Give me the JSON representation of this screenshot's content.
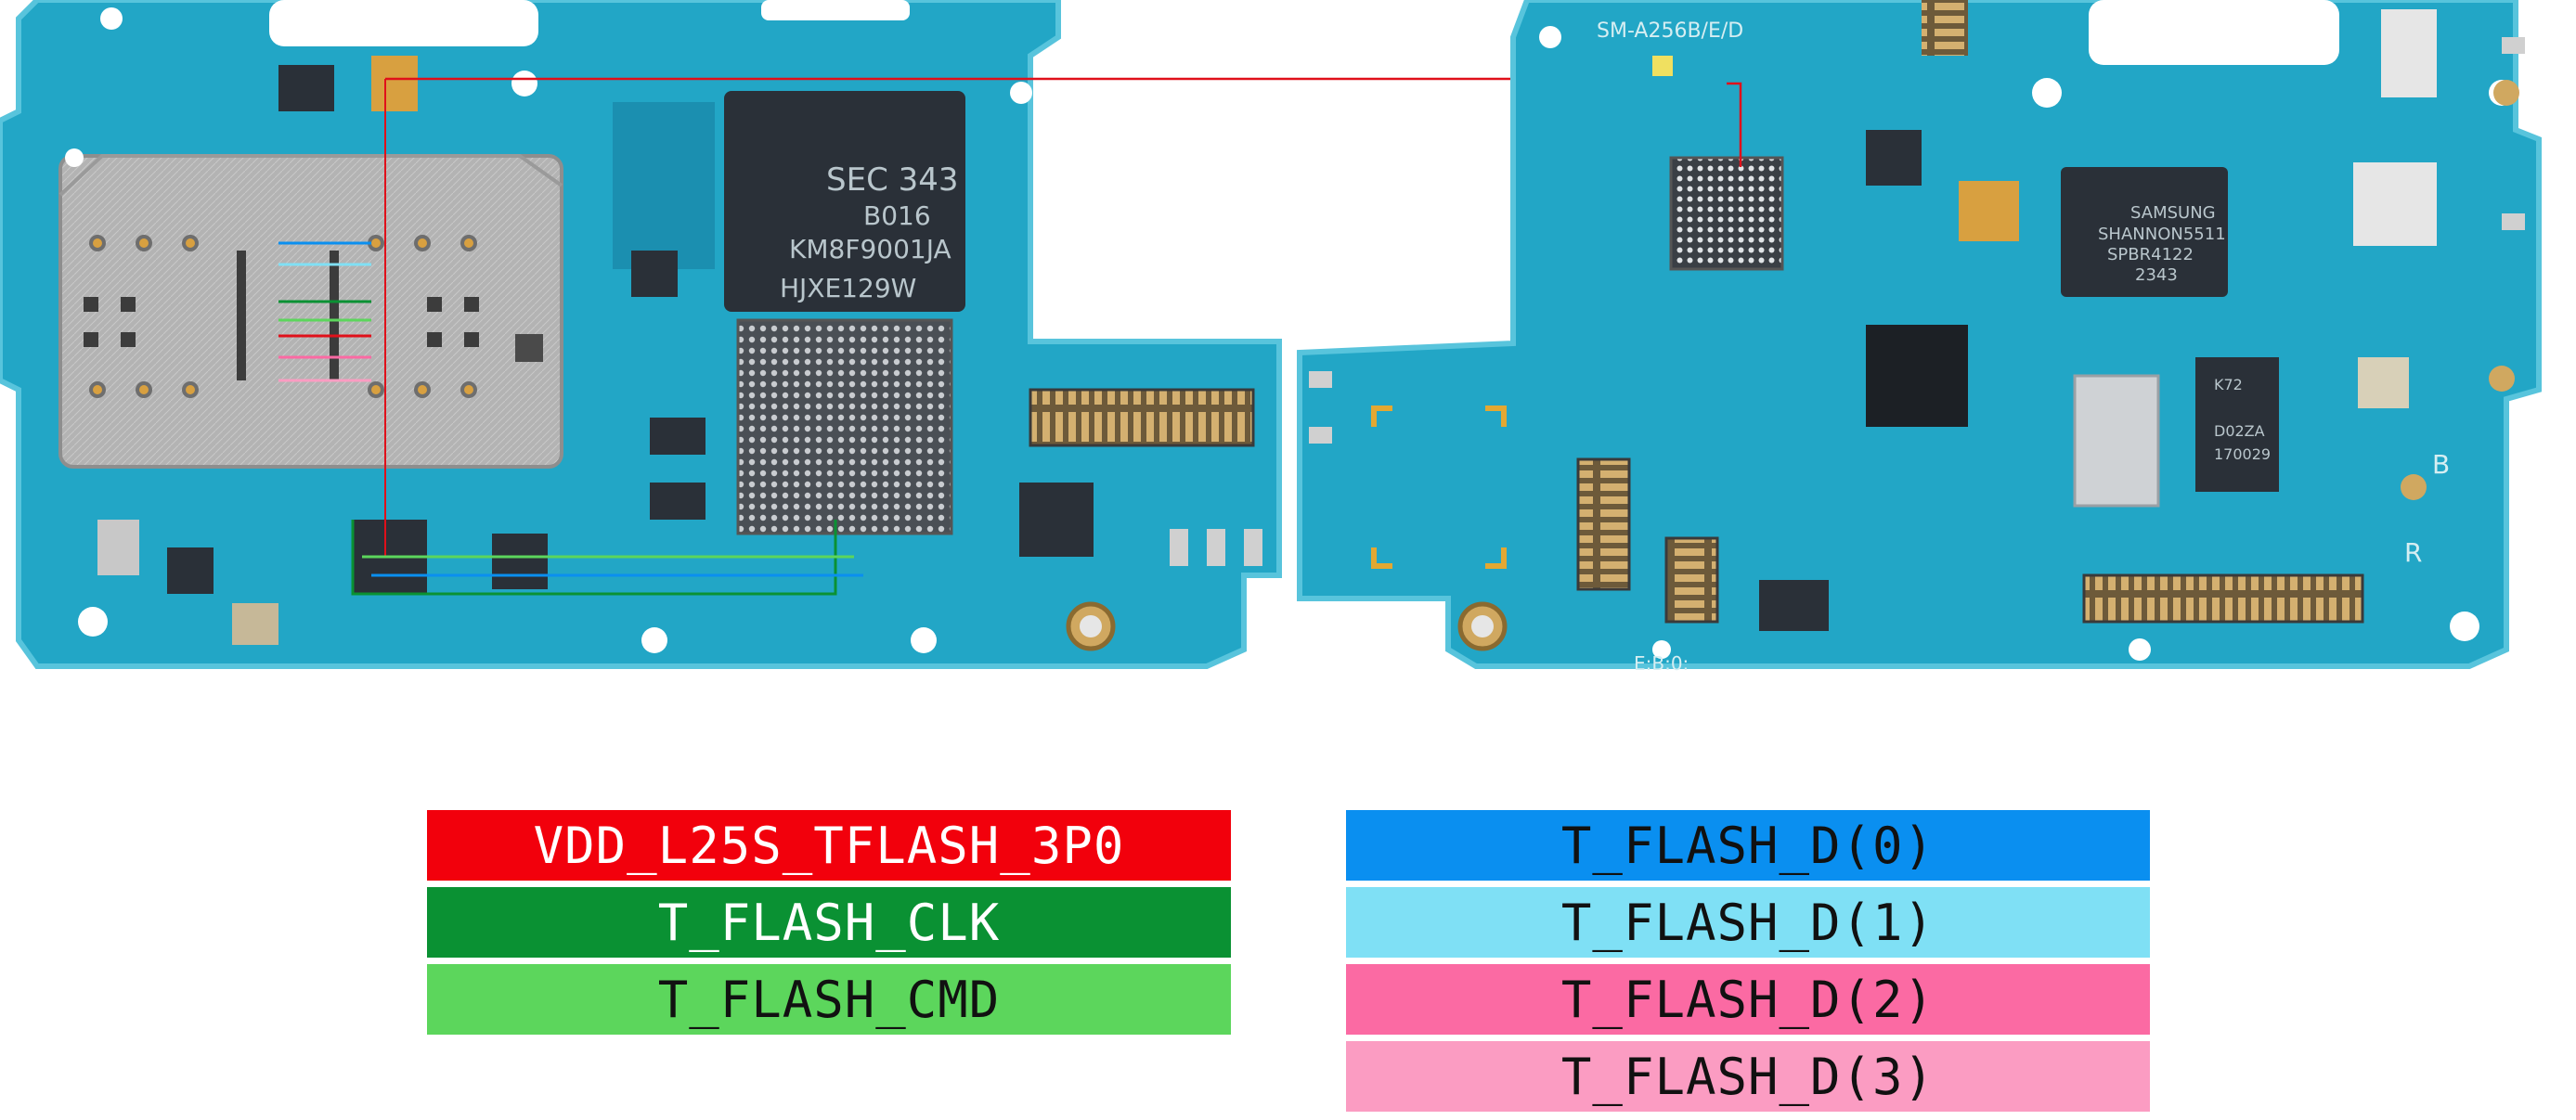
{
  "board": {
    "model_label": "SM-A256B/E/D",
    "chips": {
      "memory_line1": "SEC 343",
      "memory_line2": "B016",
      "memory_line3": "KM8F9001JA",
      "memory_line4": "HJXE129W",
      "modem_line1": "SAMSUNG",
      "modem_line2": "SHANNON5511",
      "modem_line3": "SPBR4122",
      "modem_line4": "2343",
      "k72_line1": "K72",
      "k72_line2": "D02ZA",
      "k72_line3": "170029"
    },
    "corner_letters": [
      "B",
      "R"
    ],
    "bottom_code": "E:B:0:"
  },
  "legend": {
    "left": [
      {
        "label": "VDD_L25S_TFLASH_3P0",
        "bg": "#f2000c",
        "fg": "#ffffff"
      },
      {
        "label": "T_FLASH_CLK",
        "bg": "#0a9133",
        "fg": "#ffffff"
      },
      {
        "label": "T_FLASH_CMD",
        "bg": "#5cd65c",
        "fg": "#111111"
      }
    ],
    "right": [
      {
        "label": "T_FLASH_D(0)",
        "bg": "#0a8ff0",
        "fg": "#111111"
      },
      {
        "label": "T_FLASH_D(1)",
        "bg": "#7fe0f5",
        "fg": "#111111"
      },
      {
        "label": "T_FLASH_D(2)",
        "bg": "#fb6aa3",
        "fg": "#111111"
      },
      {
        "label": "T_FLASH_D(3)",
        "bg": "#fb9cc2",
        "fg": "#111111"
      }
    ]
  },
  "colors": {
    "pcb": "#22a6c6",
    "pcb_dark": "#1b8fb0",
    "pcb_edge": "#58c4dc",
    "shield": "#b8b8b8",
    "chip": "#2a3038"
  }
}
